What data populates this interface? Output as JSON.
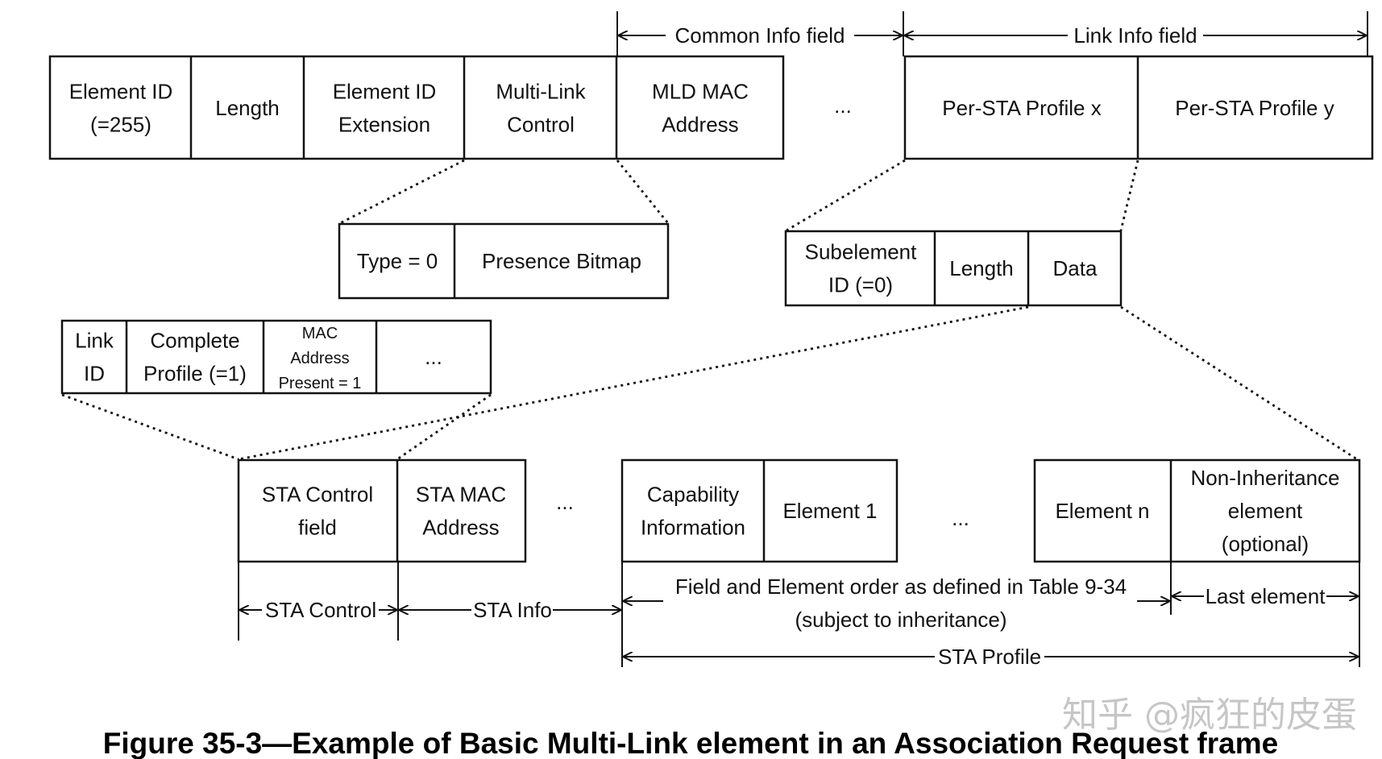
{
  "main_element": {
    "fields": [
      {
        "lines": [
          "Element ID",
          "(=255)"
        ]
      },
      {
        "lines": [
          "Length"
        ]
      },
      {
        "lines": [
          "Element ID",
          "Extension"
        ]
      },
      {
        "lines": [
          "Multi-Link",
          "Control"
        ]
      },
      {
        "lines": [
          "MLD MAC",
          "Address"
        ]
      }
    ],
    "ellipsis": "...",
    "profiles": [
      {
        "lines": [
          "Per-STA Profile x"
        ]
      },
      {
        "lines": [
          "Per-STA Profile y"
        ]
      }
    ]
  },
  "top_labels": {
    "common_info": "Common Info field",
    "link_info": "Link Info field"
  },
  "multi_link_control": {
    "fields": [
      {
        "lines": [
          "Type = 0"
        ]
      },
      {
        "lines": [
          "Presence Bitmap"
        ]
      }
    ]
  },
  "subelement": {
    "fields": [
      {
        "lines": [
          "Subelement",
          "ID (=0)"
        ]
      },
      {
        "lines": [
          "Length"
        ]
      },
      {
        "lines": [
          "Data"
        ]
      }
    ]
  },
  "sta_control_field": {
    "fields": [
      {
        "lines": [
          "Link",
          "ID"
        ]
      },
      {
        "lines": [
          "Complete",
          "Profile (=1)"
        ]
      },
      {
        "lines": [
          "MAC",
          "Address",
          "Present = 1"
        ]
      },
      {
        "lines": [
          "..."
        ]
      }
    ]
  },
  "sta_profile": {
    "group1": [
      {
        "lines": [
          "STA Control",
          "field"
        ]
      },
      {
        "lines": [
          "STA MAC",
          "Address"
        ]
      }
    ],
    "ellipsis1": "...",
    "group2": [
      {
        "lines": [
          "Capability",
          "Information"
        ]
      },
      {
        "lines": [
          "Element 1"
        ]
      }
    ],
    "ellipsis2": "...",
    "group3": [
      {
        "lines": [
          "Element n"
        ]
      },
      {
        "lines": [
          "Non-Inheritance",
          "element",
          "(optional)"
        ]
      }
    ]
  },
  "bottom_labels": {
    "sta_control": "STA Control",
    "sta_info": "STA Info",
    "field_order_line1": "Field and Element order as defined in Table 9-34",
    "field_order_line2": "(subject to inheritance)",
    "last_element": "Last element",
    "sta_profile": "STA Profile"
  },
  "caption": "Figure 35-3—Example of Basic Multi-Link element in an Association Request frame",
  "watermark": "知乎 @疯狂的皮蛋"
}
